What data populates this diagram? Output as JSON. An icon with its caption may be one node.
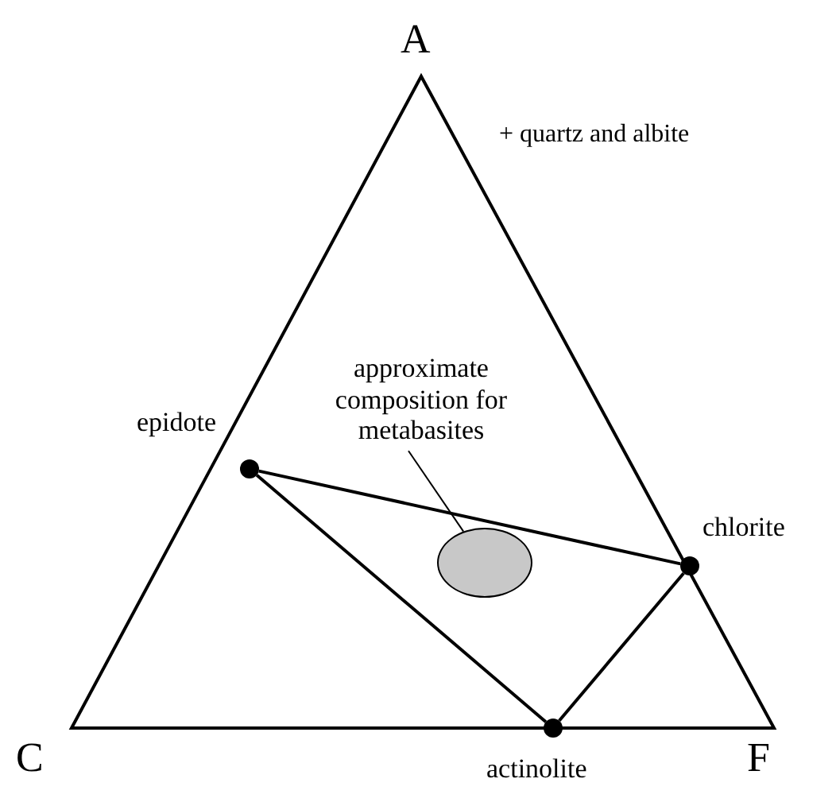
{
  "diagram": {
    "nodes": [
      {
        "text": [
          "approximate composition for metabasites"
        ]
      },
      {
        "text": [],
        "shape": "ellipse"
      },
      {
        "text": [],
        "shape": "circle",
        "beside": [
          "epidote"
        ]
      },
      {
        "text": [],
        "shape": "circle",
        "beside": [
          "chlorite"
        ]
      },
      {
        "text": [],
        "shape": "circle",
        "beside": [
          "actinolite"
        ]
      }
    ],
    "edges": [
      {
        "from": 0,
        "to": 1,
        "arrow": "none"
      },
      {
        "from": 2,
        "to": 3,
        "arrow": "none"
      },
      {
        "from": 2,
        "to": 4,
        "arrow": "none"
      },
      {
        "from": 3,
        "to": 4,
        "arrow": "none"
      }
    ],
    "labels": [
      "A",
      "C",
      "F",
      "+ quartz and albite"
    ]
  }
}
